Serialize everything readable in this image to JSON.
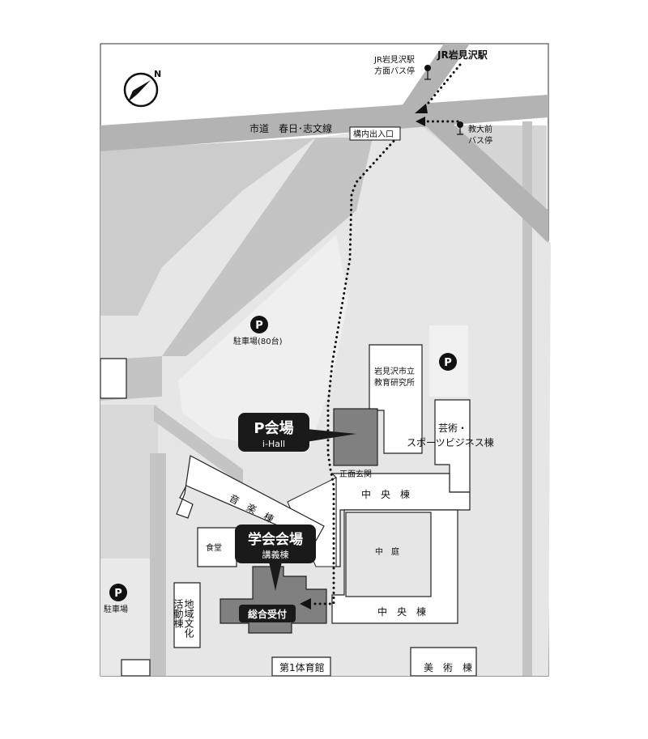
{
  "map": {
    "station": "JR岩見沢駅",
    "bus_stop_station_line1": "JR岩見沢駅",
    "bus_stop_station_line2": "方面バス停",
    "bus_stop_univ_line1": "教大前",
    "bus_stop_univ_line2": "バス停",
    "road": "市道　春日･志文線",
    "campus_entrance": "構内出入口",
    "parking_main": "駐車場(80台)",
    "parking_left": "駐車場",
    "parking_symbol": "P",
    "research_line1": "岩見沢市立",
    "research_line2": "教育研究所",
    "arts_sports_line1": "芸術・",
    "arts_sports_line2": "スポーツビジネス棟",
    "main_entrance": "正面玄関",
    "central_building_top": "中　央　棟",
    "central_building_bottom": "中　央　棟",
    "courtyard": "中　庭",
    "music_building": "音　楽　棟",
    "cafeteria": "食堂",
    "regional_culture_col1": "地域文化",
    "regional_culture_col2": "活動棟",
    "gym": "第1体育館",
    "art_building": "美　術　棟",
    "p_venue_title": "P会場",
    "p_venue_sub": "i-Hall",
    "conference_title": "学会会場",
    "conference_sub": "講義棟",
    "reception": "総合受付",
    "north_symbol": "N"
  },
  "colors": {
    "road": "#b3b3b3",
    "ground_light": "#e6e6e6",
    "ground_mid": "#cccccc",
    "building": "#ffffff",
    "venue_building": "#808080",
    "callout": "#1a1a1a"
  }
}
